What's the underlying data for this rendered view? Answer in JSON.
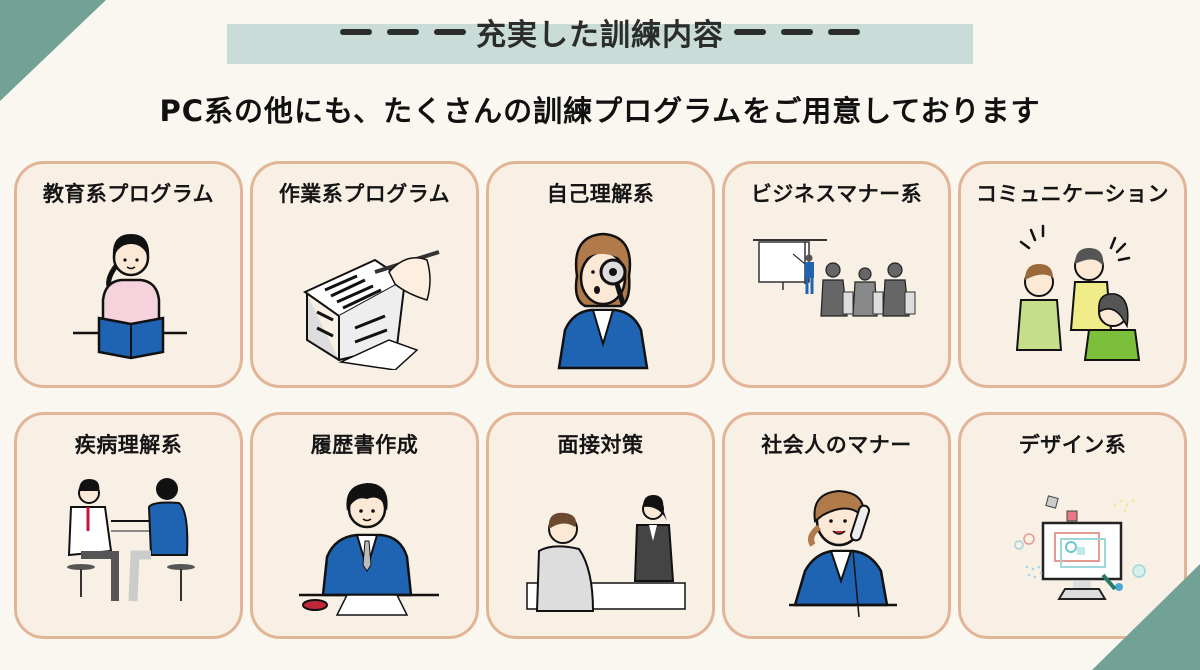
{
  "header": {
    "title": "充実した訓練内容",
    "subtitle": "PC系の他にも、たくさんの訓練プログラムをご用意しております"
  },
  "colors": {
    "background": "#faf7f1",
    "accent_corner": "#72a196",
    "title_band": "#c9dcd7",
    "card_fill": "#f8efe5",
    "card_border": "#e2b597"
  },
  "programs": [
    {
      "label": "教育系プログラム",
      "icon": "reading-woman-icon"
    },
    {
      "label": "作業系プログラム",
      "icon": "paper-stack-writing-icon"
    },
    {
      "label": "自己理解系",
      "icon": "magnifier-woman-icon"
    },
    {
      "label": "ビジネスマナー系",
      "icon": "presentation-audience-icon"
    },
    {
      "label": "コミュニケーション",
      "icon": "group-conversation-icon"
    },
    {
      "label": "疾病理解系",
      "icon": "doctor-patient-icon"
    },
    {
      "label": "履歴書作成",
      "icon": "resume-stamp-man-icon"
    },
    {
      "label": "面接対策",
      "icon": "interview-icon"
    },
    {
      "label": "社会人のマナー",
      "icon": "phone-call-woman-icon"
    },
    {
      "label": "デザイン系",
      "icon": "design-monitor-icon"
    }
  ]
}
